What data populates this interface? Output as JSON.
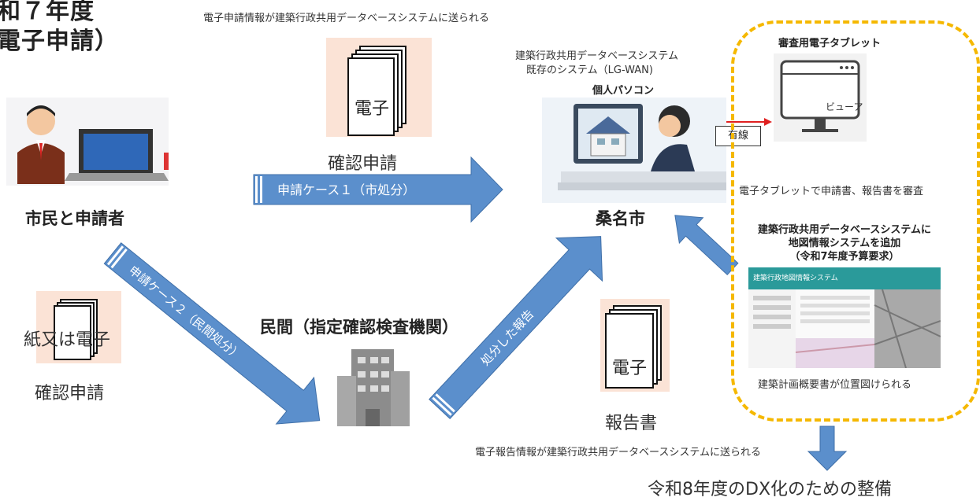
{
  "header": {
    "title_line1": "和７年度",
    "title_line2": "電子申請）"
  },
  "notes": {
    "top_note": "電子申請情報が建築行政共用データベースシステムに送られる",
    "bottom_note": "電子報告情報が建築行政共用データベースシステムに送られる",
    "system_line1": "建築行政共用データベースシステム",
    "system_line2": "既存のシステム（LG-WAN)"
  },
  "labels": {
    "citizen": "市民と申請者",
    "kuwana": "桑名市",
    "private_org": "民間（指定確認検査機関）",
    "pc": "個人パソコン",
    "wired": "有線",
    "doc_electronic": "電子",
    "paper_or_electronic": "紙又は電子",
    "confirm_application": "確認申請",
    "confirm_application_left": "確認申請",
    "report_doc": "報告書"
  },
  "arrows": {
    "case1": "申請ケース１（市処分）",
    "case2": "申請ケース２（民間処分）",
    "report": "処分した報告"
  },
  "panel": {
    "tablet_title": "審査用電子タブレット",
    "viewer": "ビューア",
    "tablet_caption": "電子タブレットで申請書、報告書を審査",
    "gis_line1": "建築行政共用データベースシステムに",
    "gis_line2": "地図情報システムを追加",
    "gis_line3": "（令和7年度予算要求）",
    "map_header": "建築行政地図情報システム",
    "map_caption": "建築計画概要書が位置図けられる"
  },
  "footer": {
    "dx": "令和8年度のDX化のための整備"
  },
  "colors": {
    "arrow_blue": "#5b8fcc",
    "arrow_border": "#3f6fa8",
    "doc_bg": "#fbe3d6",
    "dash_yellow": "#f5b800",
    "wire_red": "#e02020"
  }
}
